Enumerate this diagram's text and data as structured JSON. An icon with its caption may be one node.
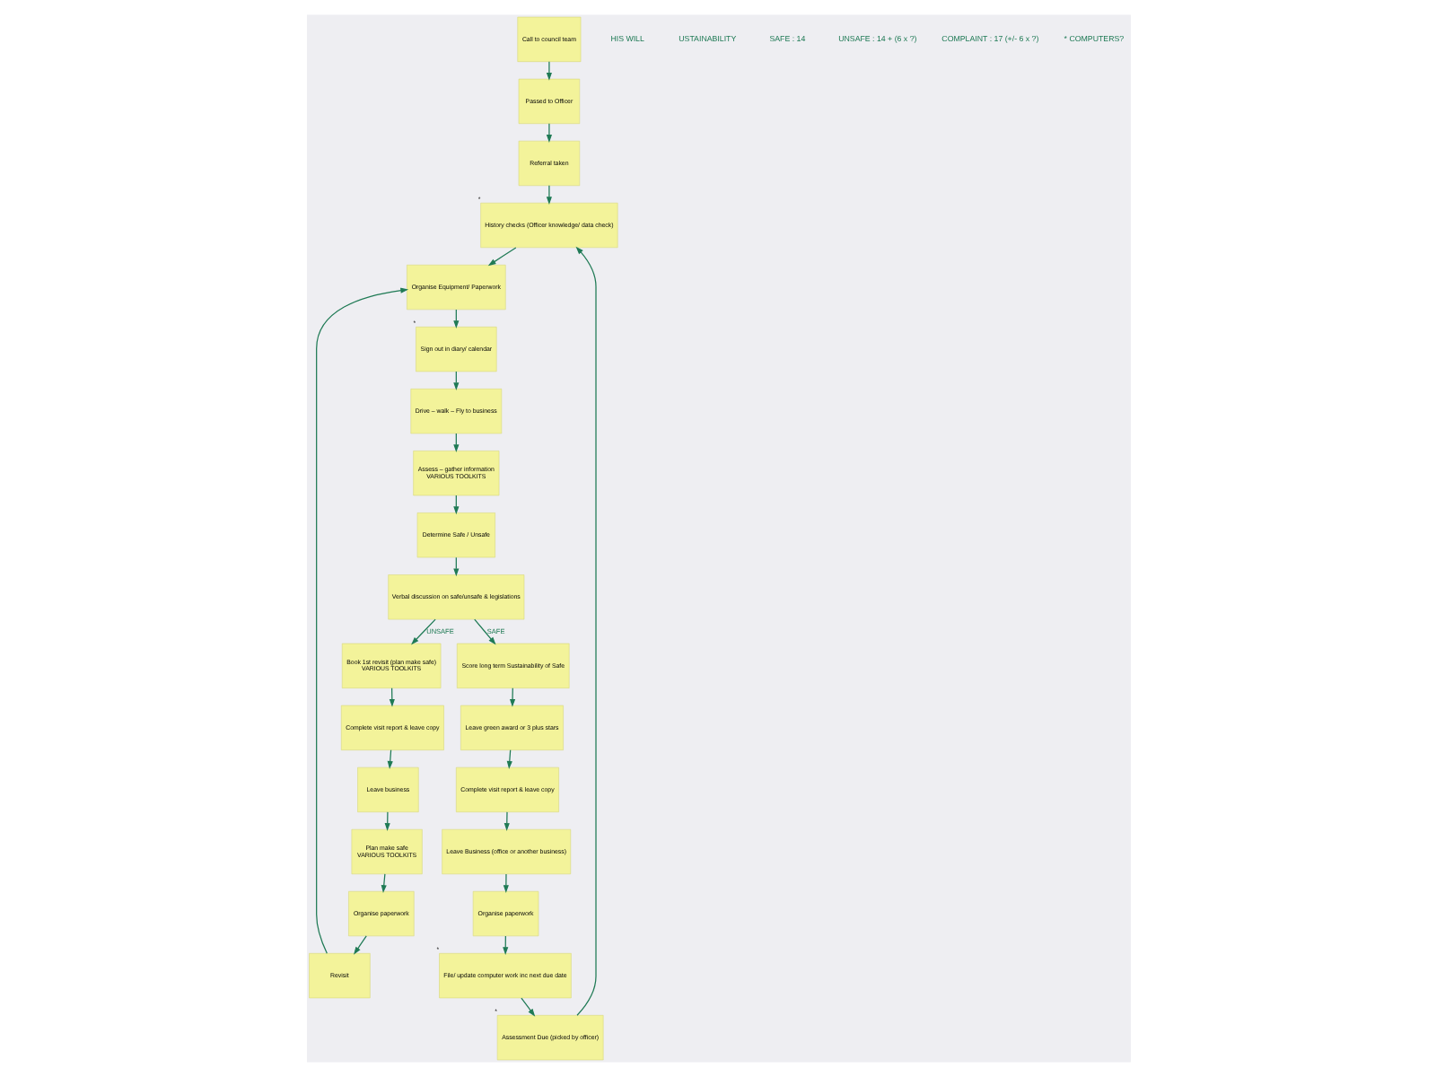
{
  "diagram": {
    "nodes": [
      {
        "text": [
          "Call to council team"
        ]
      },
      {
        "text": [
          "Passed to Officer"
        ]
      },
      {
        "text": [
          "Referral taken"
        ]
      },
      {
        "text": [
          "History checks (Officer knowledge/ data check)"
        ],
        "beside": [
          "*"
        ]
      },
      {
        "text": [
          "Organise Equipment/ Paperwork"
        ]
      },
      {
        "text": [
          "Sign out in diary/ calendar"
        ],
        "beside": [
          "*"
        ]
      },
      {
        "text": [
          "Drive – walk – Fly to business"
        ]
      },
      {
        "text": [
          "Assess – gather information",
          "VARIOUS TOOLKITS"
        ]
      },
      {
        "text": [
          "Determine Safe / Unsafe"
        ]
      },
      {
        "text": [
          "Verbal discussion on safe/unsafe & legislations"
        ]
      },
      {
        "text": [
          "Book 1st revisit (plan make safe)",
          "VARIOUS TOOLKITS"
        ]
      },
      {
        "text": [
          "Complete visit report & leave copy"
        ]
      },
      {
        "text": [
          "Leave business"
        ]
      },
      {
        "text": [
          "Plan make safe",
          "VARIOUS TOOLKITS"
        ]
      },
      {
        "text": [
          "Organise paperwork"
        ]
      },
      {
        "text": [
          "Revisit"
        ]
      },
      {
        "text": [
          "Score long term Sustainability of Safe"
        ]
      },
      {
        "text": [
          "Leave green award or 3 plus stars"
        ]
      },
      {
        "text": [
          "Complete visit report & leave copy"
        ]
      },
      {
        "text": [
          "Leave Business (office or another business)"
        ]
      },
      {
        "text": [
          "Organise paperwork"
        ]
      },
      {
        "text": [
          "File/ update computer work inc next due date"
        ],
        "beside": [
          "*"
        ]
      },
      {
        "text": [
          "Assessment Due (picked by officer)"
        ],
        "beside": [
          "*"
        ]
      }
    ],
    "edges": [
      {
        "from": 0,
        "to": 1,
        "arrow": "to"
      },
      {
        "from": 1,
        "to": 2,
        "arrow": "to"
      },
      {
        "from": 2,
        "to": 3,
        "arrow": "to"
      },
      {
        "from": 3,
        "to": 4,
        "arrow": "to"
      },
      {
        "from": 4,
        "to": 5,
        "arrow": "to"
      },
      {
        "from": 5,
        "to": 6,
        "arrow": "to"
      },
      {
        "from": 6,
        "to": 7,
        "arrow": "to"
      },
      {
        "from": 7,
        "to": 8,
        "arrow": "to"
      },
      {
        "from": 8,
        "to": 9,
        "arrow": "to"
      },
      {
        "from": 9,
        "to": 10,
        "arrow": "to",
        "label": "UNSAFE"
      },
      {
        "from": 10,
        "to": 11,
        "arrow": "to"
      },
      {
        "from": 11,
        "to": 12,
        "arrow": "to"
      },
      {
        "from": 12,
        "to": 13,
        "arrow": "to"
      },
      {
        "from": 13,
        "to": 14,
        "arrow": "to"
      },
      {
        "from": 14,
        "to": 15,
        "arrow": "to"
      },
      {
        "from": 15,
        "to": 4,
        "arrow": "to"
      },
      {
        "from": 9,
        "to": 16,
        "arrow": "to",
        "label": "SAFE"
      },
      {
        "from": 16,
        "to": 17,
        "arrow": "to"
      },
      {
        "from": 17,
        "to": 18,
        "arrow": "to"
      },
      {
        "from": 18,
        "to": 19,
        "arrow": "to"
      },
      {
        "from": 19,
        "to": 20,
        "arrow": "to"
      },
      {
        "from": 20,
        "to": 21,
        "arrow": "to"
      },
      {
        "from": 21,
        "to": 22,
        "arrow": "to"
      },
      {
        "from": 22,
        "to": 3,
        "arrow": "to"
      }
    ],
    "labels": [
      "HIS WILL",
      "USTAINABILITY",
      "SAFE : 14",
      "UNSAFE : 14 + (6 x ?)",
      "COMPLAINT : 17 (+/- 6 x ?)",
      "* COMPUTERS?"
    ]
  }
}
